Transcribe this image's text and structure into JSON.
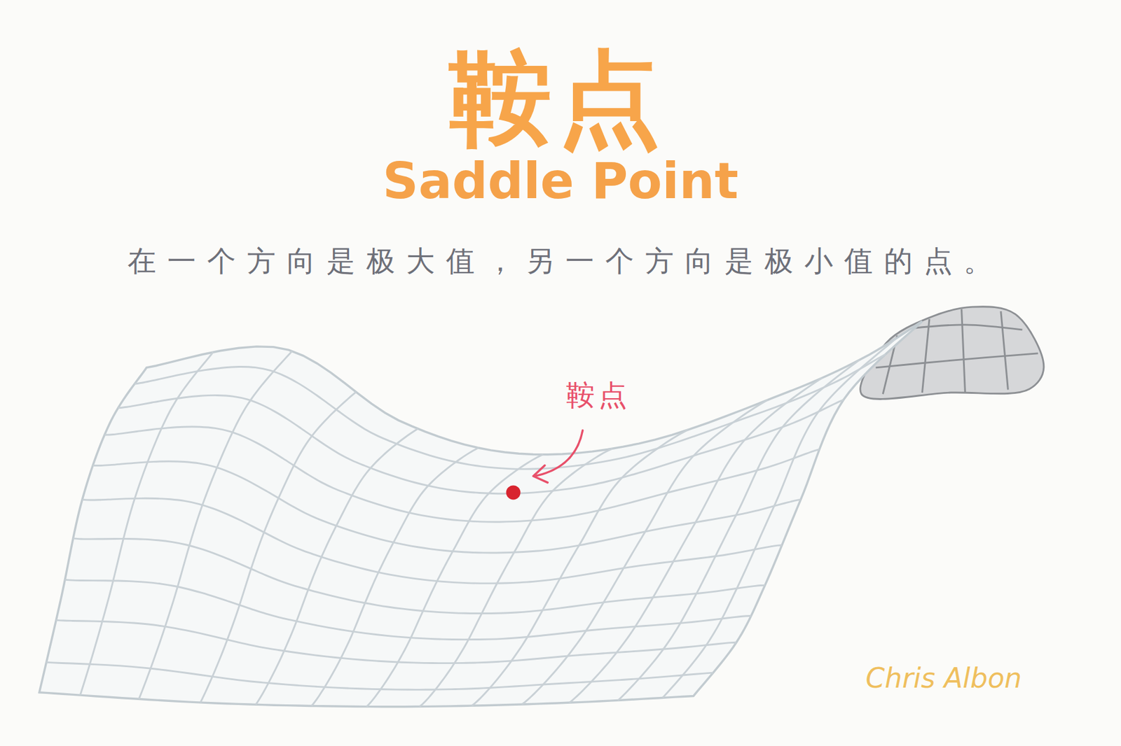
{
  "diagram": {
    "title": "鞍点",
    "labels": [
      "Saddle Point",
      "在一个方向是极大值，另一个方向是极小值的点。",
      "鞍点",
      "Chris Albon"
    ]
  }
}
